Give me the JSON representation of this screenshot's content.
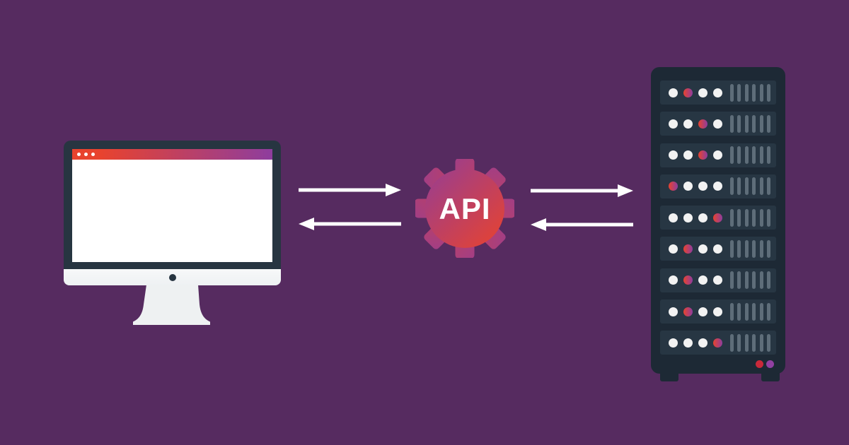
{
  "diagram": {
    "description": "Client computer exchanging data with a server through an API gateway",
    "api": {
      "label": "API"
    },
    "client": {
      "type": "desktop-computer",
      "titlebar_dots": 3
    },
    "arrows": {
      "client_to_api": "right",
      "api_to_client": "left",
      "api_to_server": "right",
      "server_to_api": "left"
    },
    "server": {
      "vents_per_row": 6,
      "rows": [
        {
          "leds": [
            "white",
            "accent",
            "white",
            "white"
          ]
        },
        {
          "leds": [
            "white",
            "white",
            "accent",
            "white"
          ]
        },
        {
          "leds": [
            "white",
            "white",
            "accent",
            "white"
          ]
        },
        {
          "leds": [
            "accent",
            "white",
            "white",
            "white"
          ]
        },
        {
          "leds": [
            "white",
            "white",
            "white",
            "accent"
          ]
        },
        {
          "leds": [
            "white",
            "accent",
            "white",
            "white"
          ]
        },
        {
          "leds": [
            "white",
            "accent",
            "white",
            "white"
          ]
        },
        {
          "leds": [
            "white",
            "accent",
            "white",
            "white"
          ]
        },
        {
          "leds": [
            "white",
            "white",
            "white",
            "accent"
          ]
        }
      ],
      "status_dots": [
        "red",
        "purple"
      ]
    },
    "colors": {
      "background": "#562b60",
      "frame_dark": "#273541",
      "server_body": "#1d2935",
      "server_row": "#273643",
      "vent": "#5e6d79",
      "accent_red": "#e8432e",
      "accent_purple": "#8e3d9e",
      "status_red": "#c9293a",
      "status_purple": "#9140a2",
      "led_white": "#f2f2f2",
      "arrow_white": "#ffffff"
    }
  }
}
